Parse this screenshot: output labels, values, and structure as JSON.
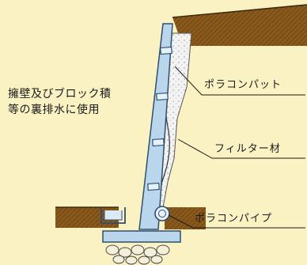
{
  "description": {
    "line1": "擁壁及びブロック積",
    "line2": "等の裏排水に使用"
  },
  "labels": {
    "porakon_pad": "ポラコンパット",
    "filter_material": "フィルター材",
    "porakon_pipe": "ポラコンパイプ"
  },
  "colors": {
    "background": "#fbf2c4",
    "soil": "#8a5a1c",
    "wall": "#b9d6ec",
    "filter": "#f2f2f2",
    "gravel": "#f4efd8"
  }
}
